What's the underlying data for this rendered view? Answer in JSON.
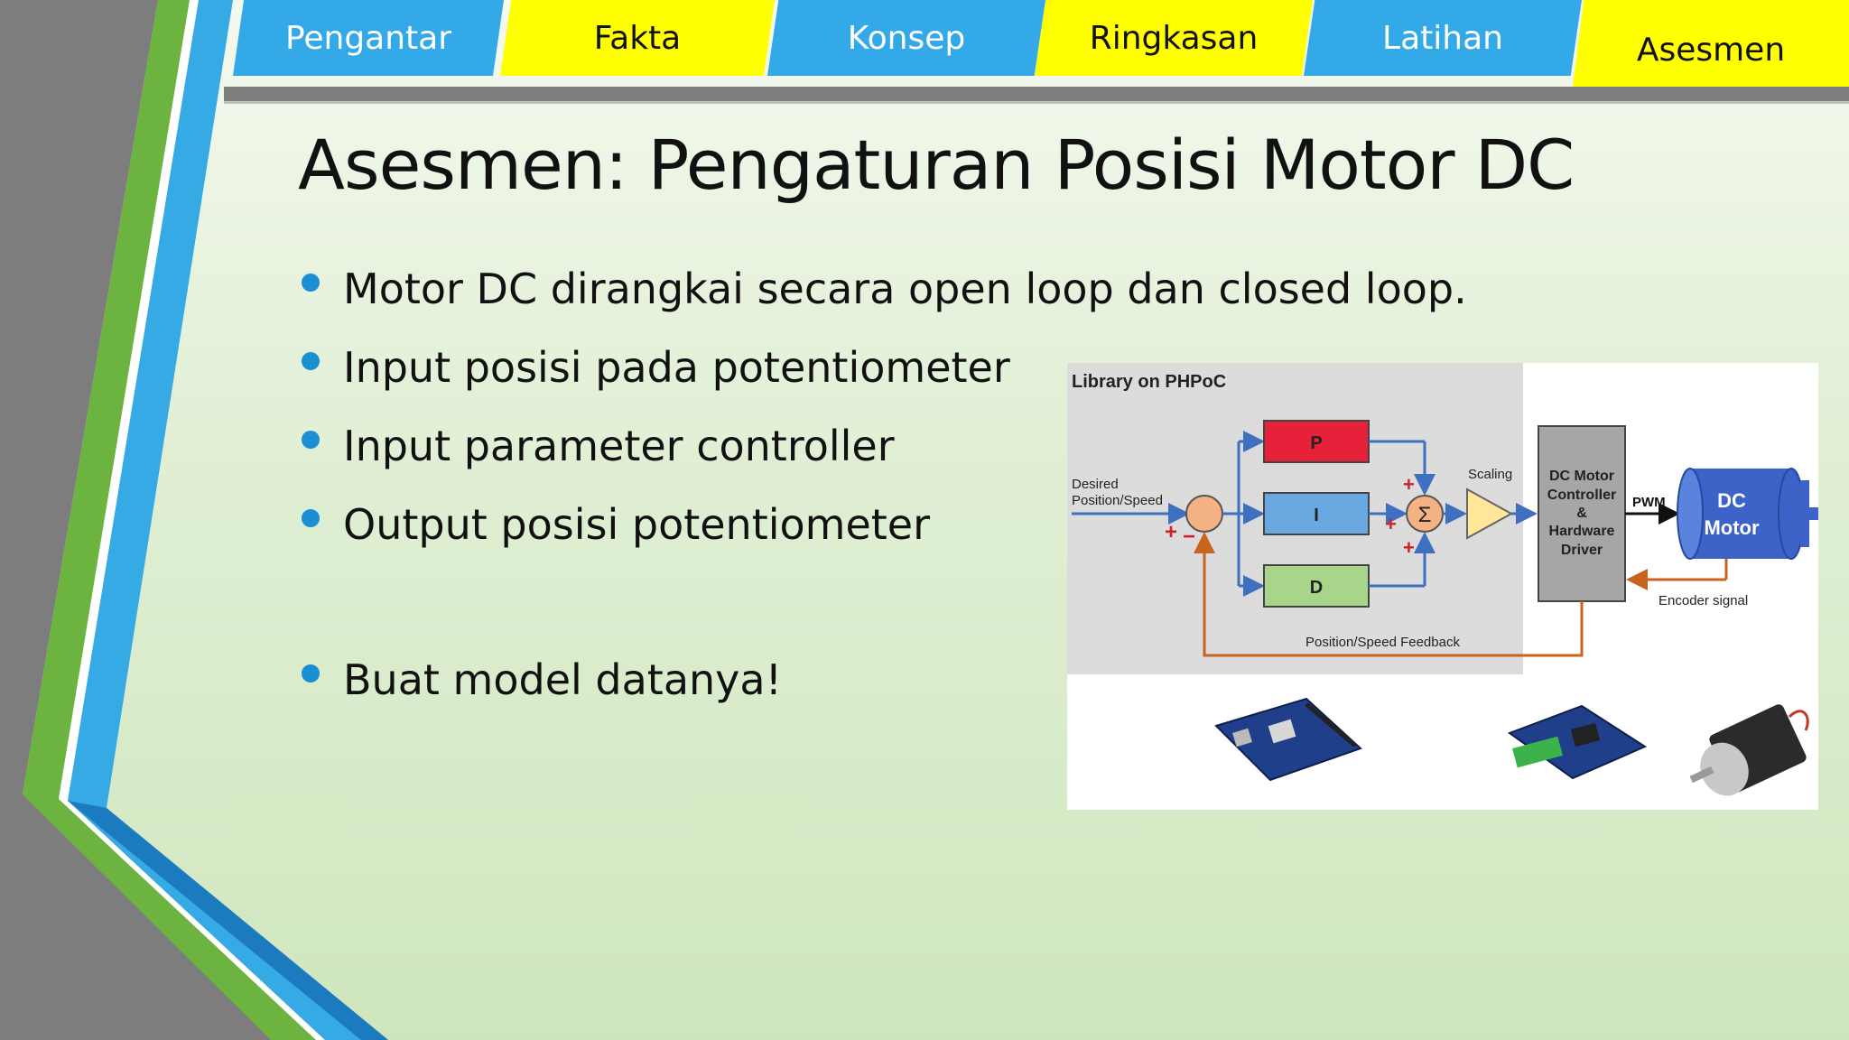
{
  "nav": {
    "tabs": [
      {
        "label": "Pengantar",
        "color": "#33a9e8"
      },
      {
        "label": "Fakta",
        "color": "#ffff00"
      },
      {
        "label": "Konsep",
        "color": "#33a9e8"
      },
      {
        "label": "Ringkasan",
        "color": "#ffff00"
      },
      {
        "label": "Latihan",
        "color": "#33a9e8"
      },
      {
        "label": "Asesmen",
        "color": "#ffff00",
        "active": true
      }
    ]
  },
  "slide": {
    "title": "Asesmen: Pengaturan Posisi Motor DC",
    "bullets": [
      "Motor DC dirangkai secara open loop dan closed loop.",
      "Input posisi pada potentiometer",
      "Input parameter controller",
      "Output posisi potentiometer",
      "Buat model datanya!"
    ]
  },
  "diagram": {
    "header": "Library on PHPoC",
    "input_label_1": "Desired",
    "input_label_2": "Position/Speed",
    "p_label": "P",
    "i_label": "I",
    "d_label": "D",
    "sum_symbol": "Σ",
    "scaling_label": "Scaling",
    "controller_lines": [
      "DC Motor",
      "Controller",
      "&",
      "Hardware",
      "Driver"
    ],
    "pwm_label": "PWM",
    "motor_lines": [
      "DC",
      "Motor"
    ],
    "encoder_label": "Encoder signal",
    "feedback_label": "Position/Speed Feedback",
    "plus": "+",
    "minus": "−"
  },
  "colors": {
    "accent_blue": "#33a9e8",
    "accent_yellow": "#ffff00",
    "bullet_blue": "#1b8fd4",
    "p_block": "#e8213a",
    "i_block": "#6aa8e2",
    "d_block": "#a8d58a",
    "feedback_orange": "#c8641e"
  }
}
